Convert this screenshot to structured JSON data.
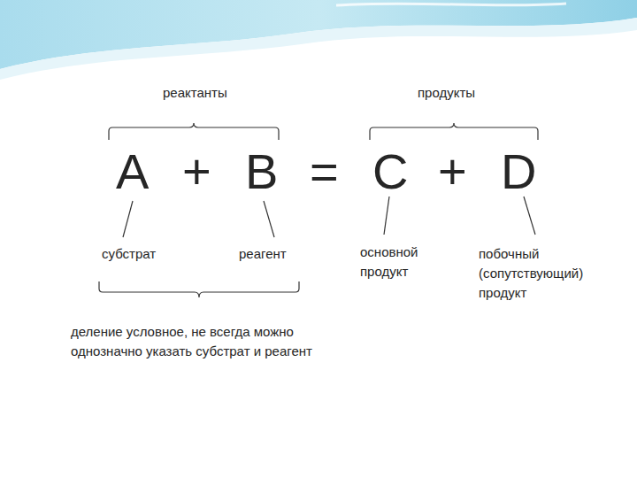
{
  "diagram": {
    "labels": [
      "реактанты",
      "продукты",
      "A",
      "+",
      "B",
      "=",
      "C",
      "+",
      "D",
      "субстрат",
      "реагент",
      "основной продукт",
      "побочный (сопутствующий) продукт",
      "деление условное, не всегда можно однозначно указать субстрат и реагент"
    ]
  }
}
